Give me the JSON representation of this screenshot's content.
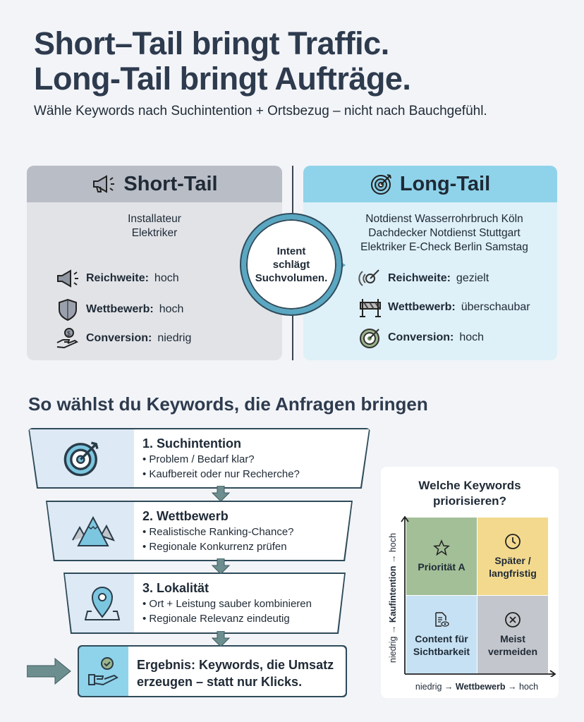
{
  "title": {
    "line1": "Short–Tail bringt Traffic.",
    "line2": "Long-Tail bringt Aufträge.",
    "subtitle": "Wähle Keywords nach Suchintention + Ortsbezug – nicht nach Bauchgefühl."
  },
  "short_tail": {
    "heading": "Short-Tail",
    "keywords": [
      "Installateur",
      "Elektriker"
    ],
    "features": [
      {
        "label": "Reichweite:",
        "value": "hoch",
        "icon": "megaphone-icon"
      },
      {
        "label": "Wettbewerb:",
        "value": "hoch",
        "icon": "shield-icon"
      },
      {
        "label": "Conversion:",
        "value": "niedrig",
        "icon": "hand-coin-icon"
      }
    ]
  },
  "long_tail": {
    "heading": "Long-Tail",
    "keywords": [
      "Notdienst Wasserrohrbruch Köln",
      "Dachdecker Notdienst Stuttgart",
      "Elektriker E-Check Berlin Samstag"
    ],
    "features": [
      {
        "label": "Reichweite:",
        "value": "gezielt",
        "icon": "target-radar-icon"
      },
      {
        "label": "Wettbewerb:",
        "value": "überschaubar",
        "icon": "barrier-icon"
      },
      {
        "label": "Conversion:",
        "value": "hoch",
        "icon": "target-icon"
      }
    ]
  },
  "bubble": {
    "line1": "Intent",
    "line2": "schlägt",
    "line3": "Suchvolumen."
  },
  "section": {
    "heading": "So wählst du Keywords, die Anfragen bringen"
  },
  "steps": [
    {
      "title": "1. Suchintention",
      "bullets": [
        "• Problem / Bedarf klar?",
        "• Kaufbereit oder nur Recherche?"
      ]
    },
    {
      "title": "2. Wettbewerb",
      "bullets": [
        "• Realistische Ranking-Chance?",
        "• Regionale Konkurrenz prüfen"
      ]
    },
    {
      "title": "3. Lokalität",
      "bullets": [
        "• Ort + Leistung sauber kombinieren",
        "• Regionale Relevanz eindeutig"
      ]
    }
  ],
  "result": {
    "line1": "Ergebnis: Keywords, die Umsatz",
    "line2": "erzeugen – statt nur Klicks."
  },
  "matrix": {
    "title1": "Welche Keywords",
    "title2": "priorisieren?",
    "quadrants": {
      "top_left": [
        "Priorität A"
      ],
      "top_right": [
        "Später /",
        "langfristig"
      ],
      "bottom_left": [
        "Content für",
        "Sichtbarkeit"
      ],
      "bottom_right": [
        "Meist",
        "vermeiden"
      ]
    },
    "y_axis": {
      "low": "niedrig →",
      "label": "Kaufintention",
      "high": "→ hoch"
    },
    "x_axis": {
      "low": "niedrig →",
      "label": "Wettbewerb",
      "high": "→ hoch"
    },
    "colors": {
      "green": "#a3bf98",
      "yellow": "#f3d98e",
      "blue": "#c6e1f3",
      "gray": "#c3c6cc"
    }
  }
}
